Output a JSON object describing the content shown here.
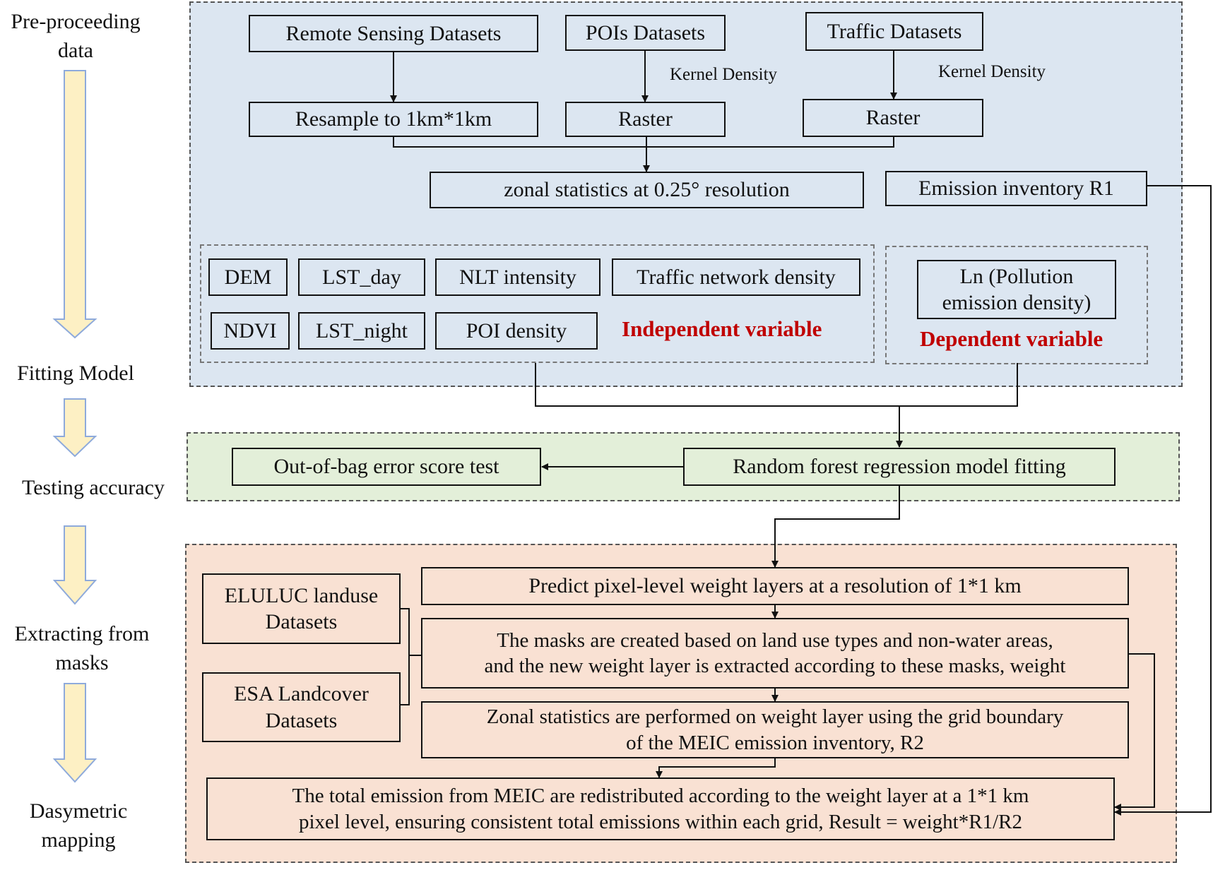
{
  "stages": {
    "pre_processing": [
      "Pre-proceeding",
      "data"
    ],
    "fitting": "Fitting Model",
    "testing": "Testing accuracy",
    "extracting": [
      "Extracting from",
      "masks"
    ],
    "dasymetric": [
      "Dasymetric",
      "mapping"
    ]
  },
  "preprocessing": {
    "remote_sensing": "Remote Sensing Datasets",
    "pois": "POIs Datasets",
    "traffic": "Traffic Datasets",
    "kernel_density_1": "Kernel Density",
    "kernel_density_2": "Kernel Density",
    "resample": "Resample to 1km*1km",
    "raster_1": "Raster",
    "raster_2": "Raster",
    "zonal": "zonal statistics at 0.25° resolution",
    "emission_r1": "Emission inventory R1"
  },
  "variables": {
    "dem": "DEM",
    "lst_day": "LST_day",
    "nlt": "NLT intensity",
    "traffic_density": "Traffic network density",
    "ndvi": "NDVI",
    "lst_night": "LST_night",
    "poi_density": "POI density",
    "independent_label": "Independent variable",
    "ln_pollution": [
      "Ln (Pollution",
      "emission density)"
    ],
    "dependent_label": "Dependent variable"
  },
  "testing": {
    "oob": "Out-of-bag error score test",
    "rf": "Random forest regression model fitting"
  },
  "mapping": {
    "eluluc": [
      "ELULUC landuse",
      "Datasets"
    ],
    "esa": [
      "ESA Landcover",
      "Datasets"
    ],
    "predict": "Predict pixel-level weight layers at a resolution of 1*1 km",
    "masks": [
      "The masks are created based on land use types and non-water areas,",
      "and the new weight layer is extracted according to these masks, weight"
    ],
    "zonal_r2": [
      "Zonal statistics are performed on weight layer using the grid boundary",
      "of the MEIC emission inventory, R2"
    ],
    "result": [
      "The total emission from MEIC are redistributed according to the weight layer at a 1*1 km",
      "pixel level, ensuring consistent total emissions within each grid, Result = weight*R1/R2"
    ]
  },
  "colors": {
    "preprocessing_bg": "#dce6f1",
    "testing_bg": "#e3efd9",
    "mapping_bg": "#f9e1d3",
    "stage_arrow_fill": "#fdf0c4",
    "stage_arrow_stroke": "#8eaadb",
    "variable_label": "#c00000"
  }
}
